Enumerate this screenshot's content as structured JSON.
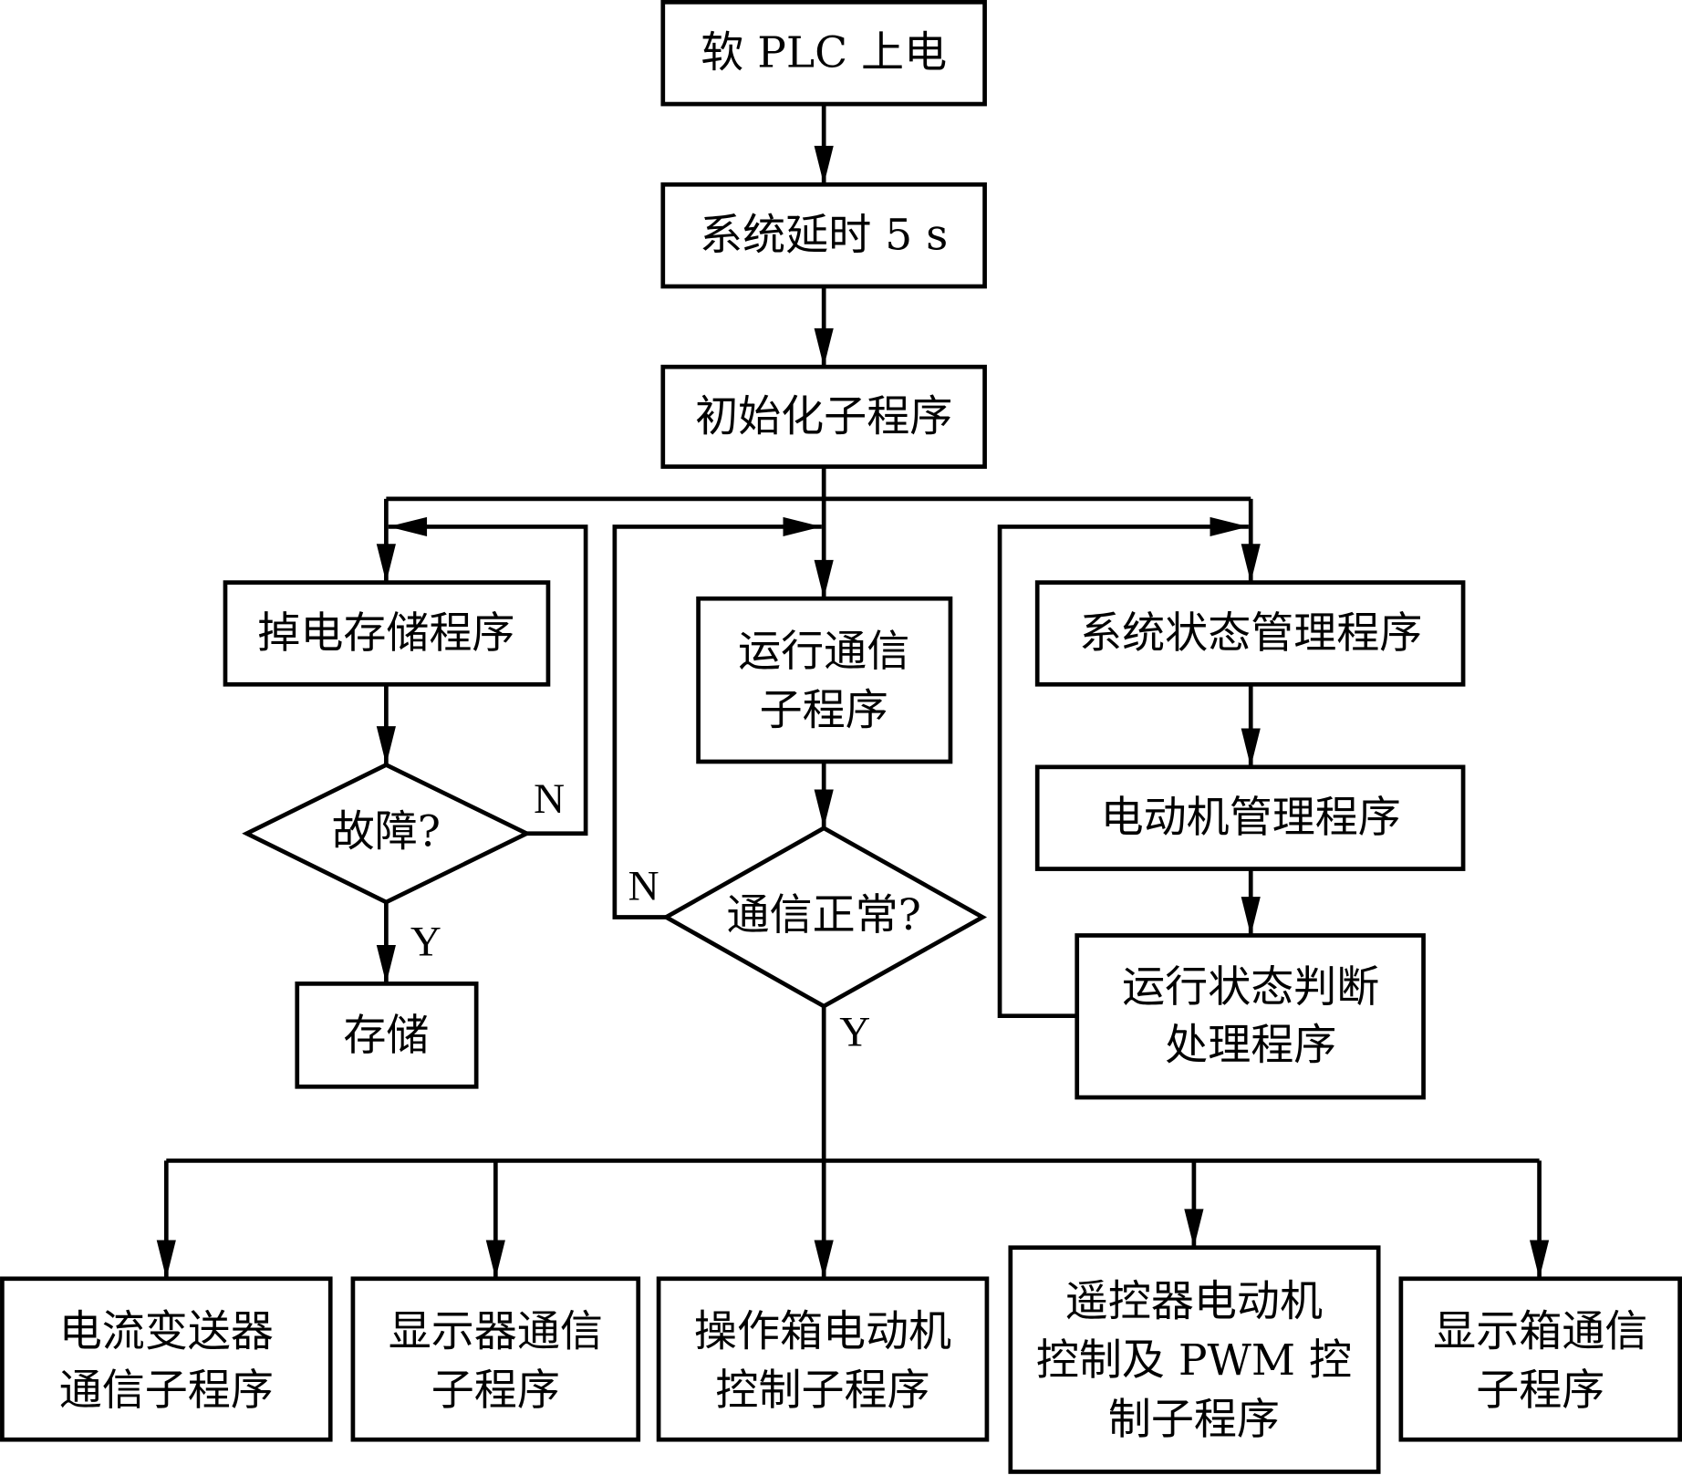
{
  "colors": {
    "stroke": "#000000",
    "background": "#ffffff"
  },
  "nodes": {
    "power_on": [
      "软 PLC 上电"
    ],
    "delay": [
      "系统延时 5 s"
    ],
    "init": [
      "初始化子程序"
    ],
    "power_loss_store": [
      "掉电存储程序"
    ],
    "fault_check": [
      "故障?"
    ],
    "store": [
      "存储"
    ],
    "run_comm": [
      "运行通信",
      "子程序"
    ],
    "comm_ok": [
      "通信正常?"
    ],
    "sys_state": [
      "系统状态管理程序"
    ],
    "motor_mgmt": [
      "电动机管理程序"
    ],
    "run_state": [
      "运行状态判断",
      "处理程序"
    ],
    "current_tx": [
      "电流变送器",
      "通信子程序"
    ],
    "display_comm": [
      "显示器通信",
      "子程序"
    ],
    "opbox_motor": [
      "操作箱电动机",
      "控制子程序"
    ],
    "remote_pwm": [
      "遥控器电动机",
      "控制及 PWM 控",
      "制子程序"
    ],
    "dispbox_comm": [
      "显示箱通信",
      "子程序"
    ]
  },
  "edge_labels": {
    "fault_no": "N",
    "fault_yes": "Y",
    "comm_no": "N",
    "comm_yes": "Y"
  }
}
